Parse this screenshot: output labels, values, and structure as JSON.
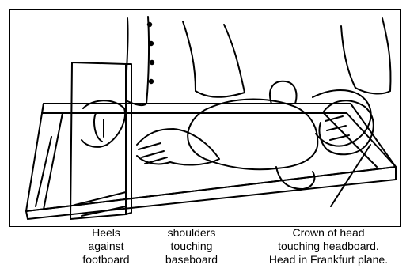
{
  "captions": {
    "heels": [
      "Heels",
      "against",
      "footboard"
    ],
    "shoulders": [
      "shoulders",
      "touching",
      "baseboard"
    ],
    "crown": [
      "Crown of head",
      "touching headboard.",
      "Head in Frankfurt plane."
    ]
  }
}
